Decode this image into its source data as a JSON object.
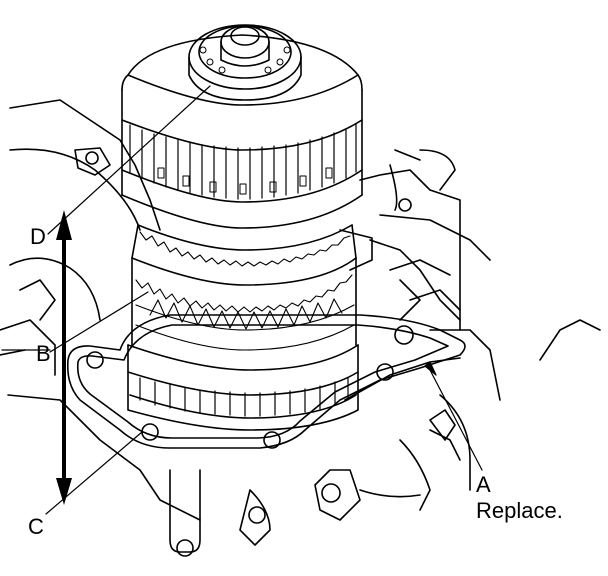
{
  "callouts": {
    "a": {
      "letter": "A",
      "note": "Replace."
    },
    "b": {
      "letter": "B"
    },
    "c": {
      "letter": "C"
    },
    "d": {
      "letter": "D"
    }
  },
  "colors": {
    "line": "#000000",
    "background": "#ffffff"
  }
}
